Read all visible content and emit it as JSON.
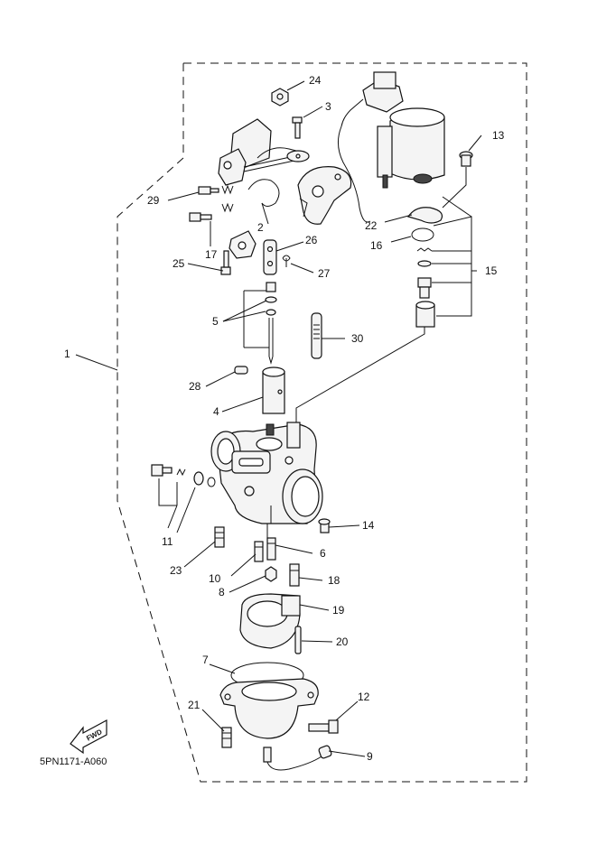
{
  "diagram": {
    "drawing_code": "5PN1171-A060",
    "direction_arrow": "FWD",
    "part_labels": {
      "p1": "1",
      "p2": "2",
      "p3": "3",
      "p4": "4",
      "p5": "5",
      "p6": "6",
      "p7": "7",
      "p8": "8",
      "p9": "9",
      "p10": "10",
      "p11": "11",
      "p12": "12",
      "p13": "13",
      "p14": "14",
      "p15": "15",
      "p16": "16",
      "p17": "17",
      "p18": "18",
      "p19": "19",
      "p20": "20",
      "p21": "21",
      "p22": "22",
      "p23": "23",
      "p24": "24",
      "p25": "25",
      "p26": "26",
      "p27": "27",
      "p28": "28",
      "p29": "29",
      "p30": "30"
    }
  }
}
